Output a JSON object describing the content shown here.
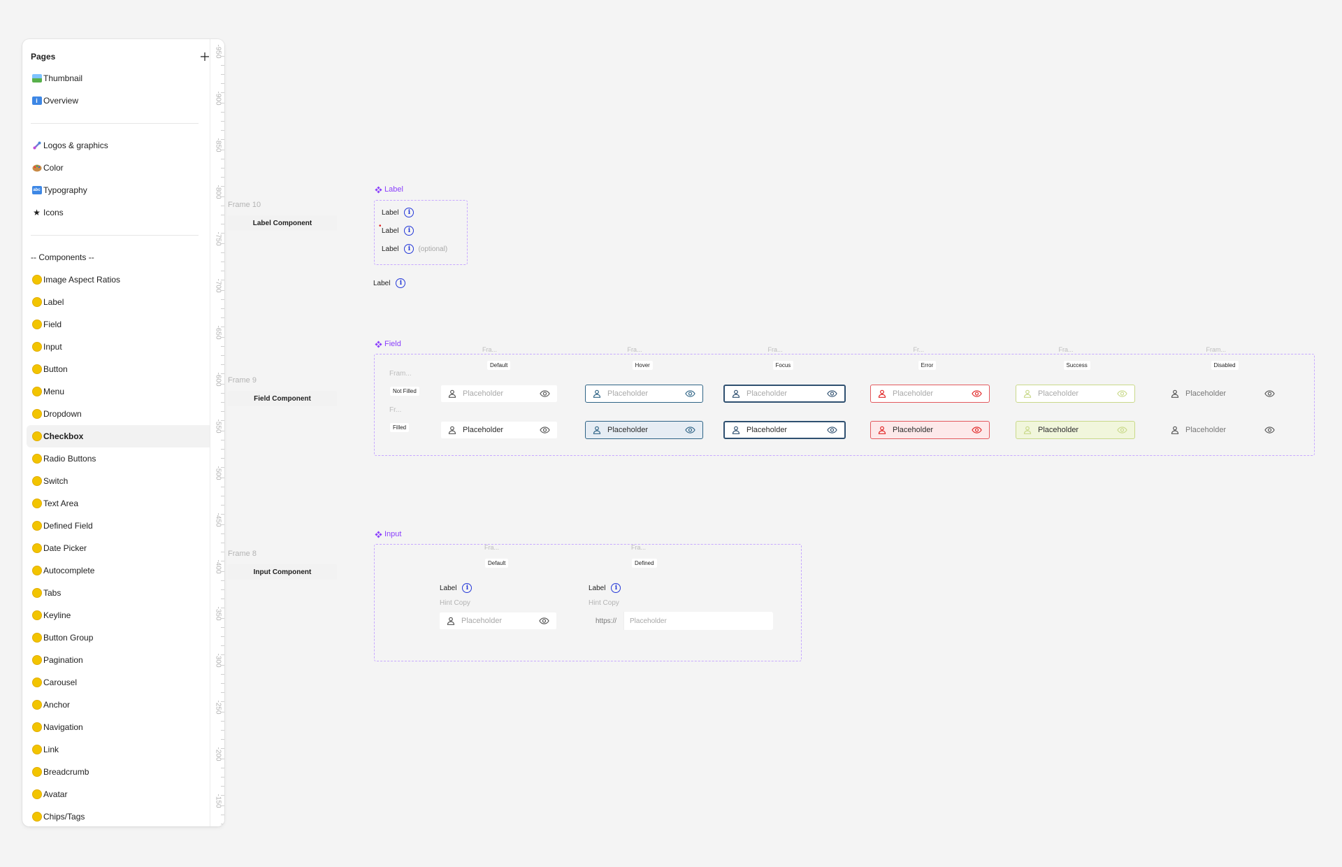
{
  "sidebar": {
    "title": "Pages",
    "add_icon": "plus-icon",
    "group1": [
      {
        "icon": "🖼️",
        "label": "Thumbnail"
      },
      {
        "icon": "ℹ️",
        "label": "Overview"
      }
    ],
    "group2": [
      {
        "icon": "🔗",
        "label": "Logos & graphics"
      },
      {
        "icon": "🎨",
        "label": "Color"
      },
      {
        "icon": "🔡",
        "label": "Typography"
      },
      {
        "icon": "★",
        "label": "Icons"
      }
    ],
    "components_heading": "-- Components --",
    "components": [
      "Image Aspect Ratios",
      "Label",
      "Field",
      "Input",
      "Button",
      "Menu",
      "Dropdown",
      "Checkbox",
      "Radio Buttons",
      "Switch",
      "Text Area",
      "Defined Field",
      "Date Picker",
      "Autocomplete",
      "Tabs",
      "Keyline",
      "Button Group",
      "Pagination",
      "Carousel",
      "Anchor",
      "Navigation",
      "Link",
      "Breadcrumb",
      "Avatar",
      "Chips/Tags"
    ],
    "active_component": "Checkbox",
    "ruler_labels": [
      "-950",
      "-900",
      "-850",
      "-800",
      "-750",
      "-700",
      "-650",
      "-600",
      "-550",
      "-500",
      "-450",
      "-400",
      "-350",
      "-300",
      "-250",
      "-200",
      "-150"
    ]
  },
  "canvas": {
    "frame10": {
      "name": "Frame 10",
      "button": "Label Component"
    },
    "frame9": {
      "name": "Frame 9",
      "button": "Field Component"
    },
    "frame8": {
      "name": "Frame 8",
      "button": "Input Component"
    },
    "label_component": {
      "title": "Label",
      "rows": [
        "Label",
        "Label",
        "Label"
      ],
      "optional": "(optional)",
      "instance": "Label"
    },
    "field_component": {
      "title": "Field",
      "frame_names": [
        "Fra...",
        "Fra...",
        "Fra...",
        "Fr...",
        "Fra...",
        "Fram..."
      ],
      "states": [
        "Default",
        "Hover",
        "Focus",
        "Error",
        "Success",
        "Disabled"
      ],
      "row_frames": [
        "Fram...",
        "Fr..."
      ],
      "rows": [
        "Not Filled",
        "Filled"
      ],
      "placeholder": "Placeholder"
    },
    "input_component": {
      "title": "Input",
      "frame_names": [
        "Fra...",
        "Fra..."
      ],
      "variants": [
        "Default",
        "Defined"
      ],
      "label": "Label",
      "hint": "Hint Copy",
      "placeholder": "Placeholder",
      "prefix": "https://"
    }
  },
  "colors": {
    "accent_purple": "#8a3ffc",
    "info_blue": "#2438d8",
    "hover_teal": "#2f6486",
    "error_red": "#e3595e",
    "success_green": "#c9d98a"
  }
}
